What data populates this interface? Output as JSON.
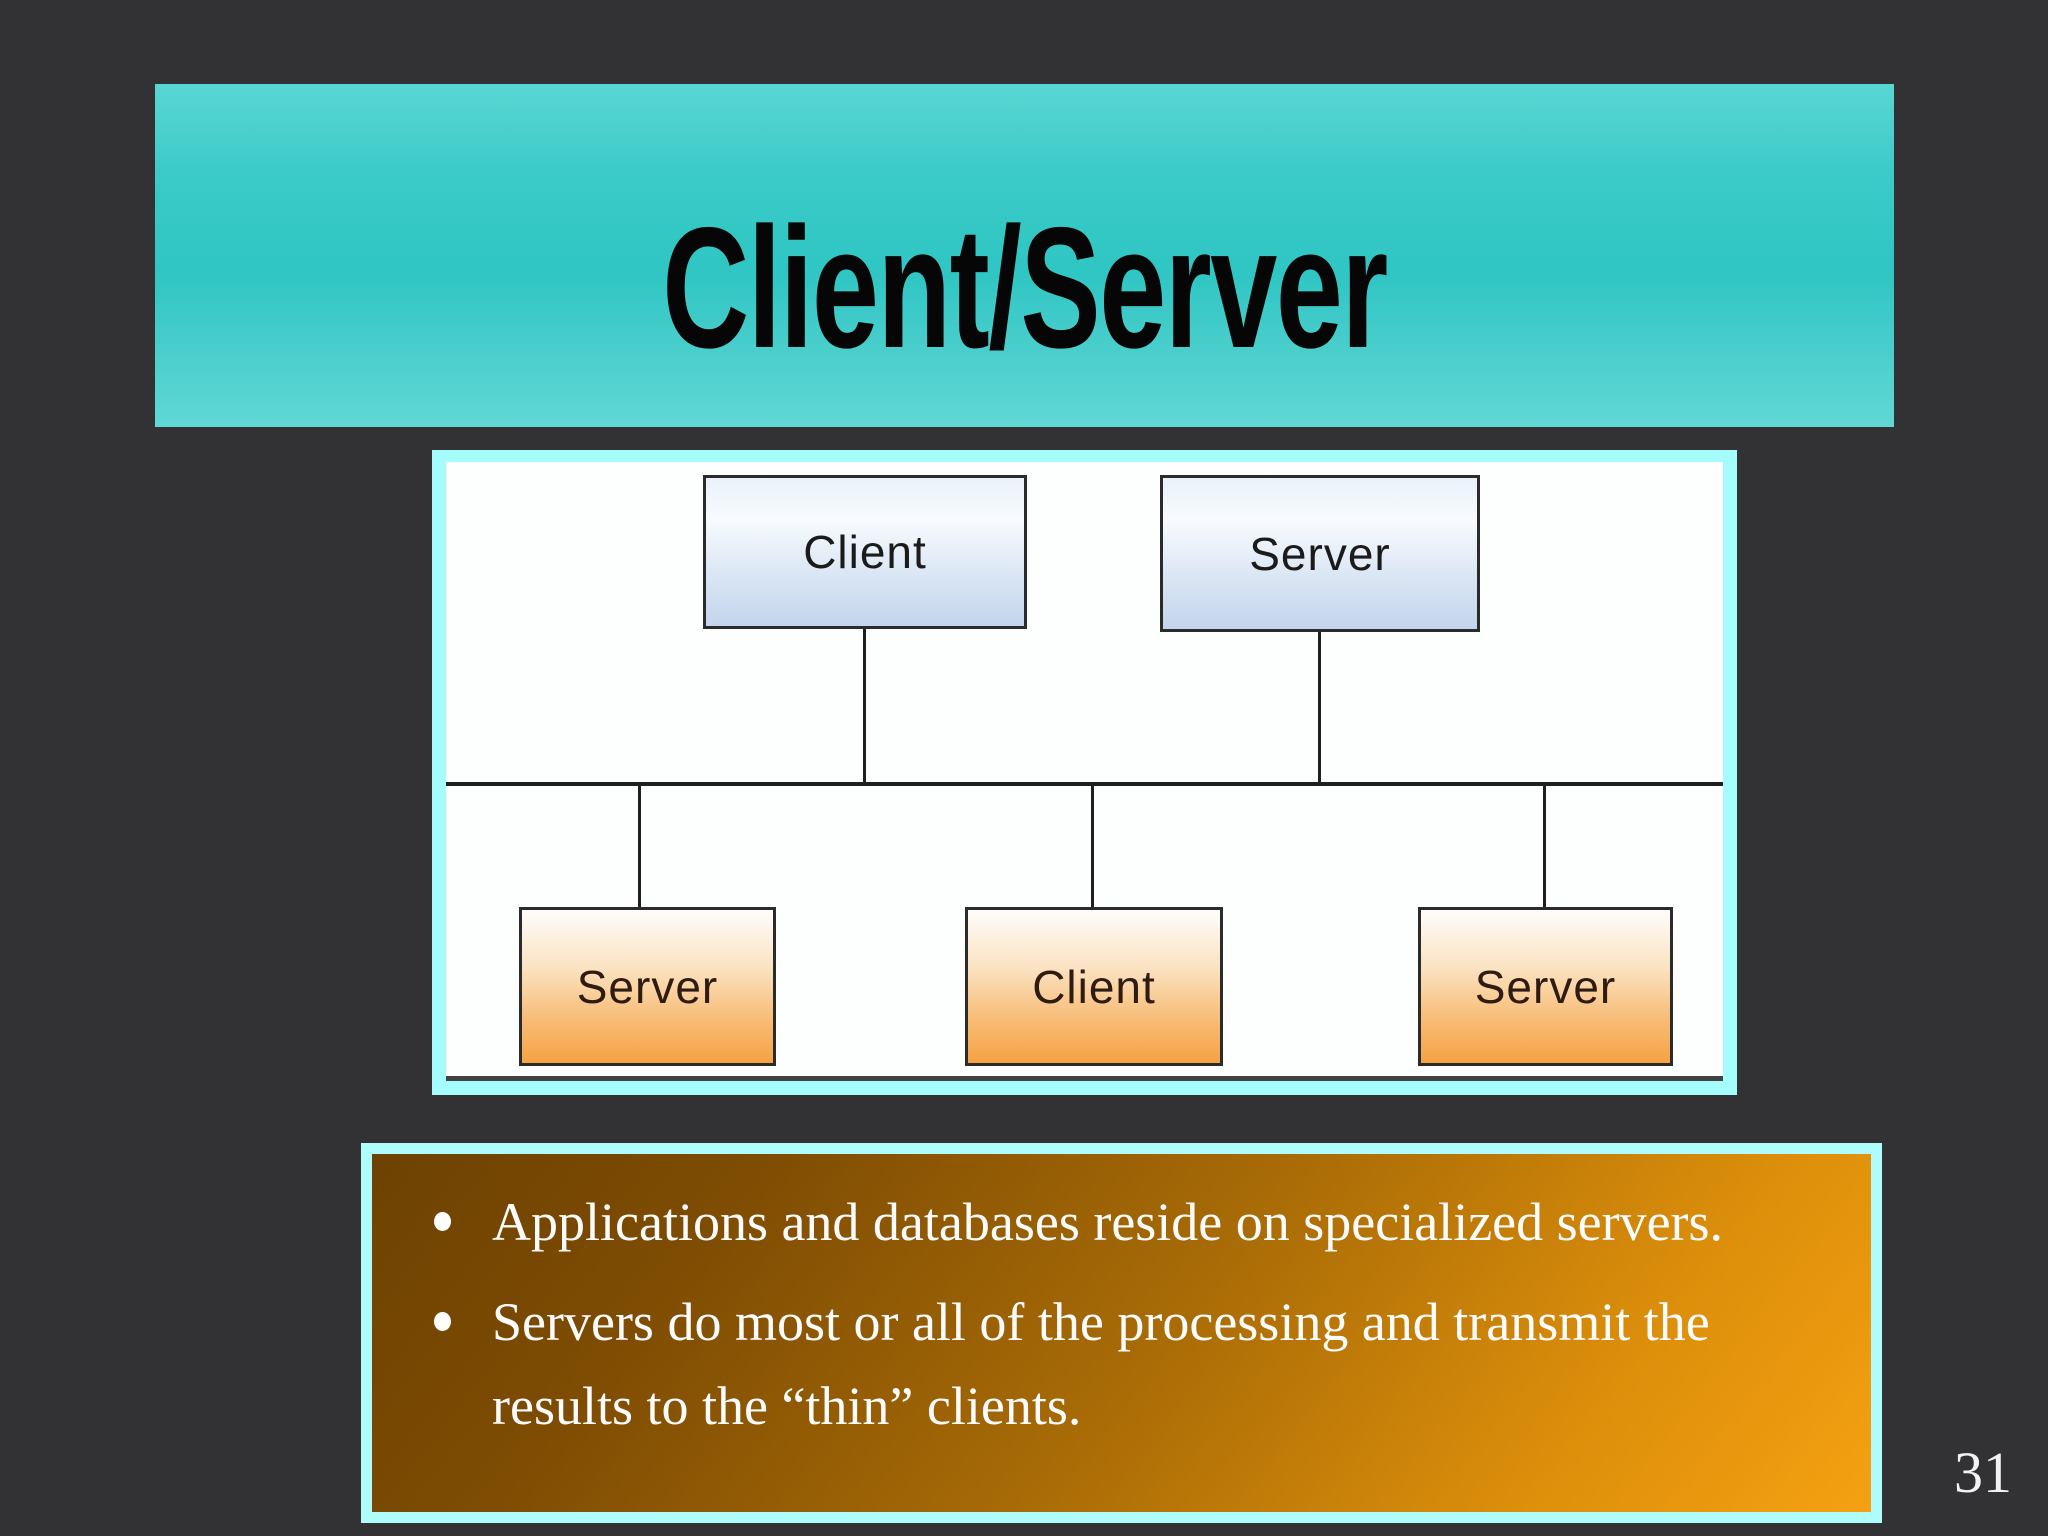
{
  "slide": {
    "title": "Client/Server",
    "page_number": "31",
    "diagram": {
      "top_nodes": [
        {
          "label": "Client"
        },
        {
          "label": "Server"
        }
      ],
      "bottom_nodes": [
        {
          "label": "Server"
        },
        {
          "label": "Client"
        },
        {
          "label": "Server"
        }
      ]
    },
    "bullets": [
      "Applications and databases reside on specialized servers.",
      "Servers do most or all of the processing and transmit the results to the “thin” clients."
    ],
    "colors": {
      "background": "#323234",
      "banner_teal_light": "#5ad6d4",
      "banner_teal_dark": "#2fc6c3",
      "panel_frame_cyan": "#a5fcfc",
      "panel_white": "#fdfffe",
      "client_node_blue": "#c3d4ed",
      "server_node_orange": "#f6a243",
      "bullet_panel_brown": "#6d4202",
      "bullet_panel_orange": "#f5a112",
      "bullet_text": "#fcfcfc",
      "title_text": "#060606"
    }
  }
}
